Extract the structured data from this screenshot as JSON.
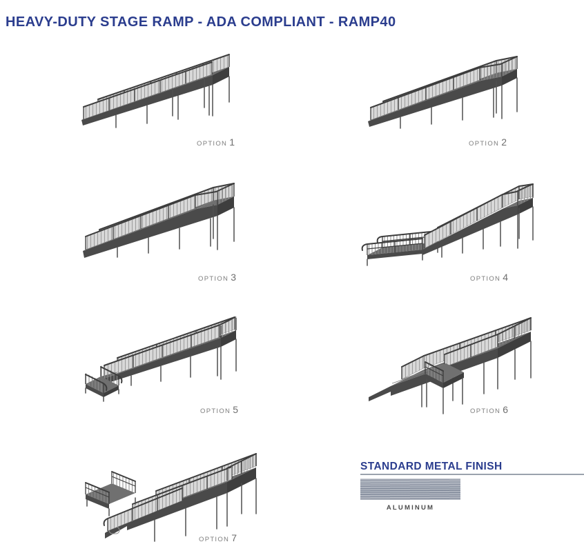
{
  "page": {
    "title": "HEAVY-DUTY STAGE RAMP - ADA COMPLIANT - RAMP40"
  },
  "options": [
    {
      "label": "OPTION",
      "number": "1"
    },
    {
      "label": "OPTION",
      "number": "2"
    },
    {
      "label": "OPTION",
      "number": "3"
    },
    {
      "label": "OPTION",
      "number": "4"
    },
    {
      "label": "OPTION",
      "number": "5"
    },
    {
      "label": "OPTION",
      "number": "6"
    },
    {
      "label": "OPTION",
      "number": "7"
    }
  ],
  "finish": {
    "heading": "STANDARD METAL FINISH",
    "swatch_label": "ALUMINUM",
    "swatch_name": "brushed-aluminum"
  },
  "colors": {
    "title_blue": "#2b3d8e",
    "label_gray": "#7d7d7d",
    "rule_gray": "#9aa2ad",
    "aluminum_base": "#9ba3b0",
    "ramp_deck_gray": "#6b6b6b",
    "ramp_fascia_gray": "#4a4a4a",
    "railing_panel_gray": "#d8d8d8"
  }
}
